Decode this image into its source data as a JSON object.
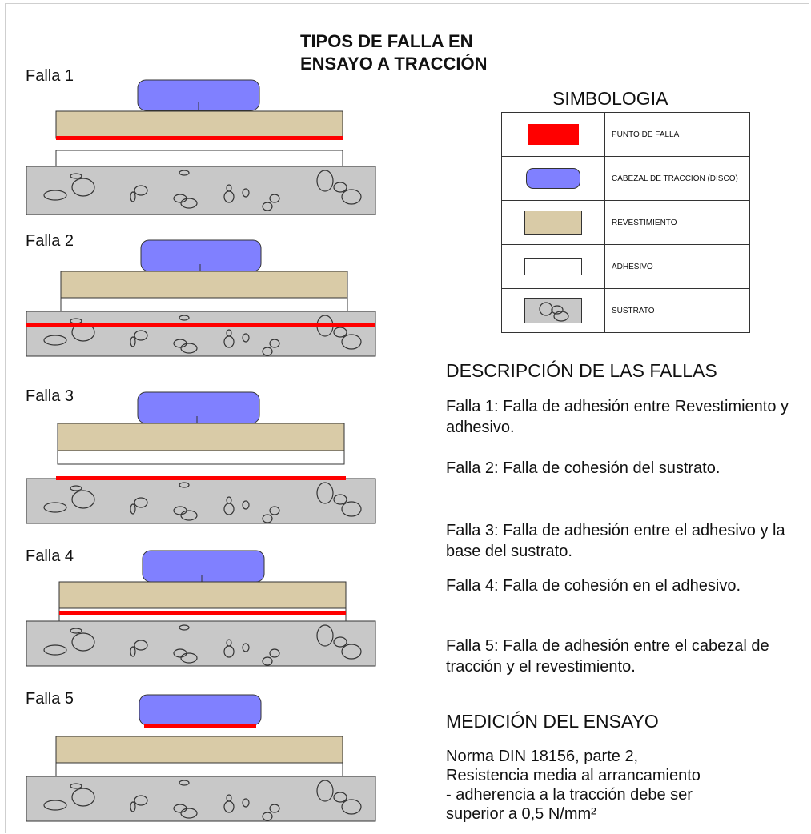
{
  "title": {
    "line1": "TIPOS DE FALLA EN",
    "line2": "ENSAYO A TRACCIÓN"
  },
  "failures": [
    {
      "label": "Falla 1"
    },
    {
      "label": "Falla 2"
    },
    {
      "label": "Falla 3"
    },
    {
      "label": "Falla 4"
    },
    {
      "label": "Falla 5"
    }
  ],
  "legend": {
    "title": "SIMBOLOGIA",
    "items": [
      {
        "label": "PUNTO DE FALLA",
        "color": "#ff0000"
      },
      {
        "label": "CABEZAL DE TRACCION (DISCO)",
        "color": "#8080ff"
      },
      {
        "label": "REVESTIMIENTO",
        "color": "#d9cba7"
      },
      {
        "label": "ADHESIVO",
        "color": "#ffffff"
      },
      {
        "label": "SUSTRATO",
        "color": "#c8c8c8"
      }
    ]
  },
  "description": {
    "title": "DESCRIPCIÓN DE LAS FALLAS",
    "items": [
      "Falla 1: Falla de adhesión entre Revestimiento y adhesivo.",
      "Falla 2: Falla de cohesión del sustrato.",
      "Falla 3: Falla de adhesión entre el adhesivo y la base del sustrato.",
      "Falla 4:  Falla de cohesión en el adhesivo.",
      "Falla 5: Falla de adhesión entre el cabezal de tracción y el revestimiento."
    ]
  },
  "measurement": {
    "title": "MEDICIÓN DEL ENSAYO",
    "lines": [
      "Norma DIN 18156, parte 2,",
      "Resistencia media al arrancamiento",
      "- adherencia a la tracción debe ser",
      "superior  a 0,5 N/mm²"
    ]
  }
}
